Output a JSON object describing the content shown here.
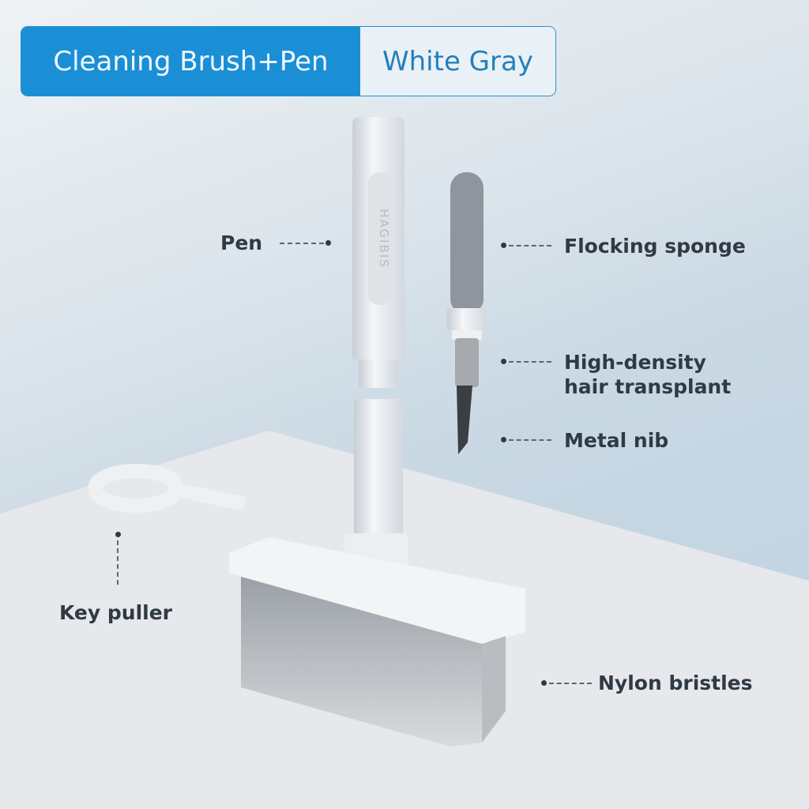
{
  "header": {
    "product": "Cleaning Brush+Pen",
    "color_variant": "White Gray"
  },
  "brand_logo": "HAGIBIS",
  "callouts": {
    "pen": "Pen",
    "flocking_sponge": "Flocking sponge",
    "hair_transplant_line1": "High-density",
    "hair_transplant_line2": "hair transplant",
    "metal_nib": "Metal nib",
    "key_puller": "Key puller",
    "nylon_bristles": "Nylon bristles"
  },
  "colors": {
    "accent": "#1a8fd6",
    "label": "#2f3a44"
  }
}
